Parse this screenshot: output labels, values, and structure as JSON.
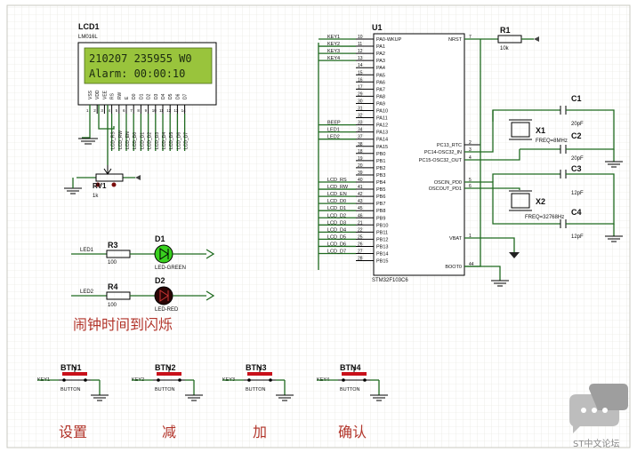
{
  "lcd": {
    "ref": "LCD1",
    "model": "LM016L",
    "line1": "210207 235955 W0",
    "line2": "Alarm: 00:00:10",
    "pins": [
      "VSS",
      "VDD",
      "VEE",
      "RS",
      "RW",
      "E",
      "D0",
      "D1",
      "D2",
      "D3",
      "D4",
      "D5",
      "D6",
      "D7"
    ],
    "pin_nums": [
      "1",
      "2",
      "3",
      "4",
      "5",
      "6",
      "7",
      "8",
      "9",
      "10",
      "11",
      "12",
      "13",
      "14"
    ],
    "nets": [
      "LCD_RS",
      "LCD_RW",
      "LCD_EN",
      "LCD_D0",
      "LCD_D1",
      "LCD_D2",
      "LCD_D3",
      "LCD_D4",
      "LCD_D5",
      "LCD_D6",
      "LCD_D7"
    ]
  },
  "pot": {
    "ref": "RV1",
    "value": "1k"
  },
  "mcu": {
    "ref": "U1",
    "part": "STM32F103C6",
    "left_pins": [
      {
        "num": "10",
        "name": "PA0-WKUP",
        "net": "KEY1"
      },
      {
        "num": "11",
        "name": "PA1",
        "net": "KEY2"
      },
      {
        "num": "12",
        "name": "PA2",
        "net": "KEY3"
      },
      {
        "num": "13",
        "name": "PA3",
        "net": "KEY4"
      },
      {
        "num": "14",
        "name": "PA4",
        "net": ""
      },
      {
        "num": "15",
        "name": "PA5",
        "net": ""
      },
      {
        "num": "16",
        "name": "PA6",
        "net": ""
      },
      {
        "num": "17",
        "name": "PA7",
        "net": ""
      },
      {
        "num": "29",
        "name": "PA8",
        "net": ""
      },
      {
        "num": "30",
        "name": "PA9",
        "net": ""
      },
      {
        "num": "31",
        "name": "PA10",
        "net": ""
      },
      {
        "num": "32",
        "name": "PA11",
        "net": ""
      },
      {
        "num": "33",
        "name": "PA12",
        "net": "BEEP"
      },
      {
        "num": "34",
        "name": "PA13",
        "net": "LED1"
      },
      {
        "num": "37",
        "name": "PA14",
        "net": "LED2"
      },
      {
        "num": "38",
        "name": "PA15",
        "net": ""
      },
      {
        "num": "18",
        "name": "PB0",
        "net": ""
      },
      {
        "num": "19",
        "name": "PB1",
        "net": ""
      },
      {
        "num": "20",
        "name": "PB2",
        "net": ""
      },
      {
        "num": "39",
        "name": "PB3",
        "net": ""
      },
      {
        "num": "40",
        "name": "PB4",
        "net": "LCD_RS"
      },
      {
        "num": "41",
        "name": "PB5",
        "net": "LCD_RW"
      },
      {
        "num": "42",
        "name": "PB6",
        "net": "LCD_EN"
      },
      {
        "num": "43",
        "name": "PB7",
        "net": "LCD_D0"
      },
      {
        "num": "45",
        "name": "PB8",
        "net": "LCD_D1"
      },
      {
        "num": "46",
        "name": "PB9",
        "net": "LCD_D2"
      },
      {
        "num": "21",
        "name": "PB10",
        "net": "LCD_D3"
      },
      {
        "num": "22",
        "name": "PB11",
        "net": "LCD_D4"
      },
      {
        "num": "25",
        "name": "PB12",
        "net": "LCD_D5"
      },
      {
        "num": "26",
        "name": "PB13",
        "net": "LCD_D6"
      },
      {
        "num": "27",
        "name": "PB14",
        "net": "LCD_D7"
      },
      {
        "num": "28",
        "name": "PB15",
        "net": ""
      }
    ],
    "right_pins": [
      {
        "num": "7",
        "name": "NRST"
      },
      {
        "num": "2",
        "name": "PC13_RTC"
      },
      {
        "num": "3",
        "name": "PC14-OSC32_IN"
      },
      {
        "num": "4",
        "name": "PC15-OSC32_OUT"
      },
      {
        "num": "5",
        "name": "OSCIN_PD0"
      },
      {
        "num": "6",
        "name": "OSCOUT_PD1"
      },
      {
        "num": "1",
        "name": "VBAT"
      },
      {
        "num": "44",
        "name": "BOOT0"
      }
    ]
  },
  "r1": {
    "ref": "R1",
    "value": "10k"
  },
  "c1": {
    "ref": "C1",
    "value": "20pF"
  },
  "c2": {
    "ref": "C2",
    "value": "20pF"
  },
  "c3": {
    "ref": "C3",
    "value": "12pF"
  },
  "c4": {
    "ref": "C4",
    "value": "12pF"
  },
  "x1": {
    "ref": "X1",
    "freq": "FREQ=8MHz"
  },
  "x2": {
    "ref": "X2",
    "freq": "FREQ=32768Hz"
  },
  "led_green": {
    "net": "LED1",
    "r_ref": "R3",
    "r_val": "100",
    "ref": "D1",
    "part": "LED-GREEN",
    "color": "#39d11f"
  },
  "led_red": {
    "net": "LED2",
    "r_ref": "R4",
    "r_val": "100",
    "ref": "D2",
    "part": "LED-RED",
    "color": "#2a0505"
  },
  "caption": "闹钟时间到闪烁",
  "buttons": [
    {
      "ref": "BTN1",
      "net": "KEY1",
      "part": "BUTTON",
      "label": "设置"
    },
    {
      "ref": "BTN2",
      "net": "KEY2",
      "part": "BUTTON",
      "label": "减"
    },
    {
      "ref": "BTN3",
      "net": "KEY3",
      "part": "BUTTON",
      "label": "加"
    },
    {
      "ref": "BTN4",
      "net": "KEY4",
      "part": "BUTTON",
      "label": "确认"
    }
  ],
  "watermark": "ST中文论坛",
  "colors": {
    "wire": "#1f6a1f",
    "grid": "#e9e9e2",
    "lcd_bg": "#99c43c",
    "caption": "#b2342a"
  }
}
